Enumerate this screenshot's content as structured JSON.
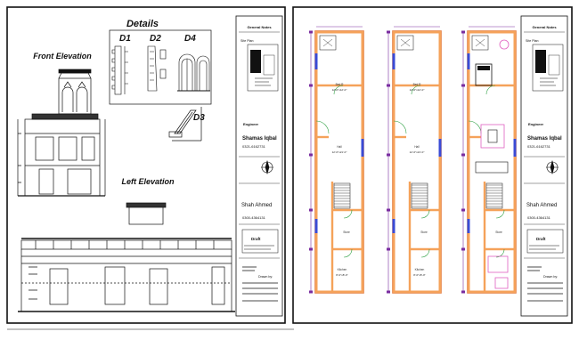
{
  "left_sheet": {
    "details_title": "Details",
    "front_elevation_title": "Front Elevation",
    "left_elevation_title": "Left Elevation",
    "detail_labels": [
      "D1",
      "D2",
      "D4",
      "D3"
    ]
  },
  "title_block_left": {
    "general_notes": "General Notes",
    "site_plan": "Site Plan:",
    "engineer_role": "Engineer",
    "engineer_name": "Shamas Iqbal",
    "engineer_phone": "0321-6162731",
    "stamp_name": "Shah Ahmed",
    "stamp_phone": "0300-4364131",
    "sheet_tag": "Draft",
    "footer_text": "Drawn by:"
  },
  "plans": [
    {
      "room_top": "Bed R",
      "room_top_dim": "12'-0\"x12'-0\"",
      "room_mid": "Hall",
      "room_mid_dim": "12'-0\"x21'-0\"",
      "room_low": "Store",
      "room_bottom": "Kitchen",
      "room_bottom_dim": "8'-0\"x8'-0\""
    },
    {
      "room_top": "Bed R",
      "room_top_dim": "12'-0\"x12'-0\"",
      "room_mid": "Hall",
      "room_mid_dim": "12'-0\"x21'-0\"",
      "room_low": "Store",
      "room_bottom": "Kitchen",
      "room_bottom_dim": "8'-0\"x8'-0\""
    },
    {
      "room_top": "",
      "room_top_dim": "",
      "room_mid": "",
      "room_mid_dim": "",
      "room_low": "Store",
      "room_bottom": "",
      "room_bottom_dim": ""
    }
  ],
  "title_block_right": {
    "general_notes": "General Notes",
    "site_plan": "Site Plan:",
    "engineer_role": "Engineer",
    "engineer_name": "Shamas Iqbal",
    "engineer_phone": "0321-6162731",
    "stamp_name": "Shah Ahmed",
    "stamp_phone": "0300-4364131",
    "sheet_tag": "Draft",
    "footer_text": "Drawn by:"
  },
  "colors": {
    "wall": "#f5a25a",
    "wall_outline": "#d9662a",
    "window": "#3a4bd6",
    "dimension": "#7a2da0",
    "door": "#2ea043",
    "furniture": "#e060c0",
    "ink": "#111111"
  }
}
